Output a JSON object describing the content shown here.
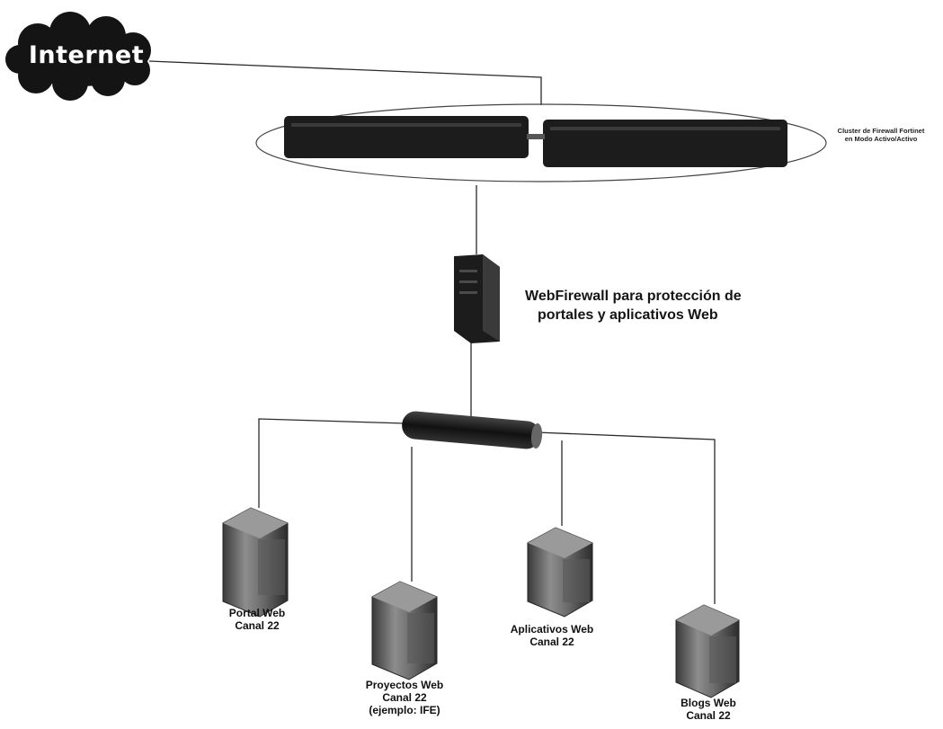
{
  "internet": {
    "label": "Internet"
  },
  "cluster": {
    "label_line1": "Cluster de Firewall Fortinet",
    "label_line2": "en Modo Activo/Activo"
  },
  "webfirewall": {
    "label_line1": "WebFirewall para protección de",
    "label_line2": "portales y aplicativos Web"
  },
  "servers": [
    {
      "line1": "Portal Web",
      "line2": "Canal 22",
      "line3": ""
    },
    {
      "line1": "Proyectos Web",
      "line2": "Canal 22",
      "line3": "(ejemplo: IFE)"
    },
    {
      "line1": "Aplicativos Web",
      "line2": "Canal 22",
      "line3": ""
    },
    {
      "line1": "Blogs Web",
      "line2": "Canal 22",
      "line3": ""
    }
  ],
  "colors": {
    "line": "#2a2a2a",
    "device": "#1c1c1c",
    "cloud": "#141414"
  }
}
